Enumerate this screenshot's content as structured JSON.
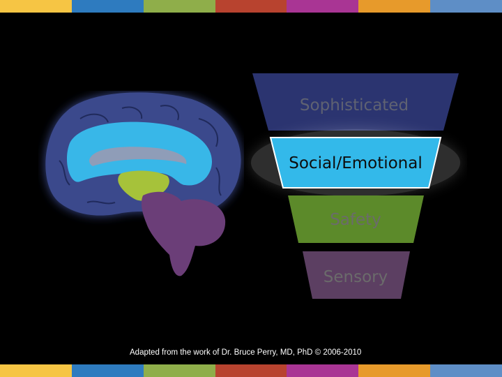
{
  "palette": [
    "#f6c544",
    "#2e7bbf",
    "#8fae4a",
    "#b8432f",
    "#a93594",
    "#e79a2b",
    "#5e8ec6"
  ],
  "brain": {
    "outer_color": "#3b4a8c",
    "cortex_color": "#38b7e8",
    "limbic_color": "#a6c23a",
    "stem_color": "#6b3e78"
  },
  "funnel": {
    "tiers": [
      {
        "label": "Sophisticated",
        "fill": "#2b3470",
        "text_color": "#5f6272"
      },
      {
        "label": "Social/Emotional",
        "fill": "#33b9ea",
        "text_color": "#0d0d0d"
      },
      {
        "label": "Safety",
        "fill": "#5c8a2a",
        "text_color": "#6b6b6b"
      },
      {
        "label": "Sensory",
        "fill": "#5c3f62",
        "text_color": "#6b6b6b"
      }
    ]
  },
  "caption": "Adapted from the work of Dr. Bruce Perry, MD, PhD © 2006-2010"
}
